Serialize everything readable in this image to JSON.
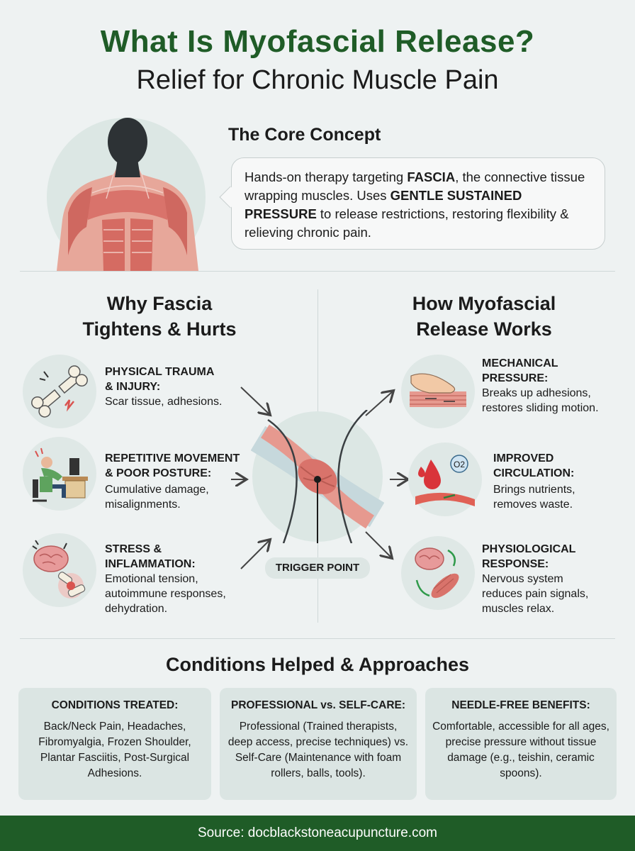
{
  "title": {
    "main": "What Is Myofascial Release?",
    "sub": "Relief for Chronic Muscle Pain"
  },
  "core": {
    "heading": "The Core Concept",
    "text_1": "Hands-on therapy targeting ",
    "bold_1": "FASCIA",
    "text_2": ", the connective tissue wrapping muscles. Uses ",
    "bold_2": "GENTLE SUSTAINED PRESSURE",
    "text_3": " to release restrictions, restoring flexibility & relieving chronic pain.",
    "figure_icon": "muscle-anatomy-torso-icon"
  },
  "why": {
    "title_line1": "Why Fascia",
    "title_line2": "Tightens & Hurts",
    "items": [
      {
        "head_line1": "PHYSICAL TRAUMA",
        "head_line2": "& INJURY:",
        "desc_line1": "Scar tissue, adhesions.",
        "desc_line2": "",
        "desc_line3": "",
        "icon": "broken-bone-icon"
      },
      {
        "head_line1": "REPETITIVE MOVEMENT",
        "head_line2": "& POOR POSTURE:",
        "desc_line1": "Cumulative damage,",
        "desc_line2": "misalignments.",
        "desc_line3": "",
        "icon": "desk-worker-icon"
      },
      {
        "head_line1": "STRESS &",
        "head_line2": "INFLAMMATION:",
        "desc_line1": "Emotional tension,",
        "desc_line2": "autoimmune responses,",
        "desc_line3": "dehydration.",
        "icon": "brain-joint-icon"
      }
    ]
  },
  "how": {
    "title_line1": "How Myofascial",
    "title_line2": "Release Works",
    "items": [
      {
        "head_line1": "MECHANICAL",
        "head_line2": "PRESSURE:",
        "desc_line1": "Breaks up adhesions,",
        "desc_line2": "restores sliding motion.",
        "desc_line3": "",
        "icon": "hand-pressure-icon"
      },
      {
        "head_line1": "IMPROVED",
        "head_line2": "CIRCULATION:",
        "desc_line1": "Brings nutrients,",
        "desc_line2": "removes waste.",
        "desc_line3": "",
        "icon": "blood-oxygen-icon",
        "o2_label": "O2"
      },
      {
        "head_line1": "PHYSIOLOGICAL",
        "head_line2": "RESPONSE:",
        "desc_line1": "Nervous system",
        "desc_line2": "reduces pain signals,",
        "desc_line3": "muscles relax.",
        "icon": "brain-muscle-icon"
      }
    ]
  },
  "center": {
    "trigger_label": "TRIGGER POINT",
    "icon": "trigger-point-muscle-icon"
  },
  "conditions": {
    "title": "Conditions Helped & Approaches",
    "cards": [
      {
        "head": "CONDITIONS TREATED:",
        "body": "Back/Neck Pain, Headaches, Fibromyalgia, Frozen Shoulder, Plantar Fasciitis, Post-Surgical Adhesions."
      },
      {
        "head": "PROFESSIONAL vs. SELF-CARE:",
        "body": "Professional (Trained therapists, deep access, precise techniques) vs. Self-Care (Maintenance with foam rollers, balls, tools)."
      },
      {
        "head": "NEEDLE-FREE BENEFITS:",
        "body": "Comfortable, accessible for all ages, precise pressure without tissue damage (e.g., teishin, ceramic spoons)."
      }
    ]
  },
  "footer": {
    "source": "Source: docblackstoneacupuncture.com"
  },
  "colors": {
    "brand_green": "#1f5c27",
    "background": "#eef2f2",
    "card_bg": "#dbe5e3",
    "muscle_red": "#d9736b"
  }
}
